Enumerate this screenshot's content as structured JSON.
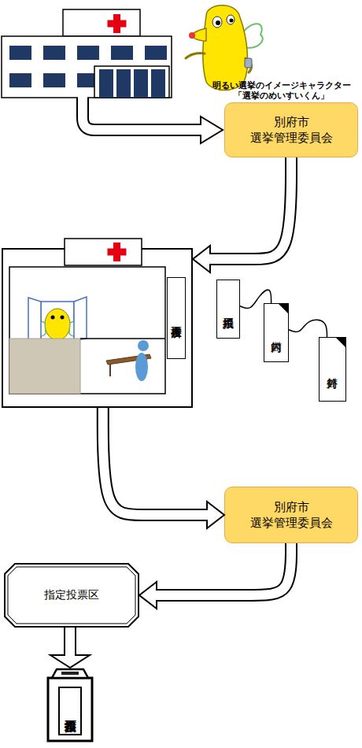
{
  "diagram": {
    "nodes": [
      {
        "text": [
          "別府市 選挙管理委員会"
        ]
      },
      {
        "text": [
          "不在者投票所"
        ]
      },
      {
        "text": [
          "投票用紙"
        ]
      },
      {
        "text": [
          "内封筒"
        ]
      },
      {
        "text": [
          "外封筒"
        ]
      },
      {
        "text": [
          "別府市 選挙管理委員会"
        ]
      },
      {
        "text": [
          "指定投票区"
        ]
      },
      {
        "text": [
          "投票箱"
        ]
      }
    ],
    "edges": [
      {
        "from": 0,
        "to": 1,
        "arrow": "to"
      },
      {
        "from": 1,
        "to": 5,
        "arrow": "to"
      },
      {
        "from": 5,
        "to": 6,
        "arrow": "to"
      },
      {
        "from": 6,
        "to": 7,
        "arrow": "to"
      },
      {
        "from": 2,
        "to": 3,
        "arrow": "none"
      },
      {
        "from": 3,
        "to": 4,
        "arrow": "none"
      }
    ],
    "labels": [
      "明るい選挙のイメージキャラクター 「選挙のめいすいくん」"
    ]
  }
}
